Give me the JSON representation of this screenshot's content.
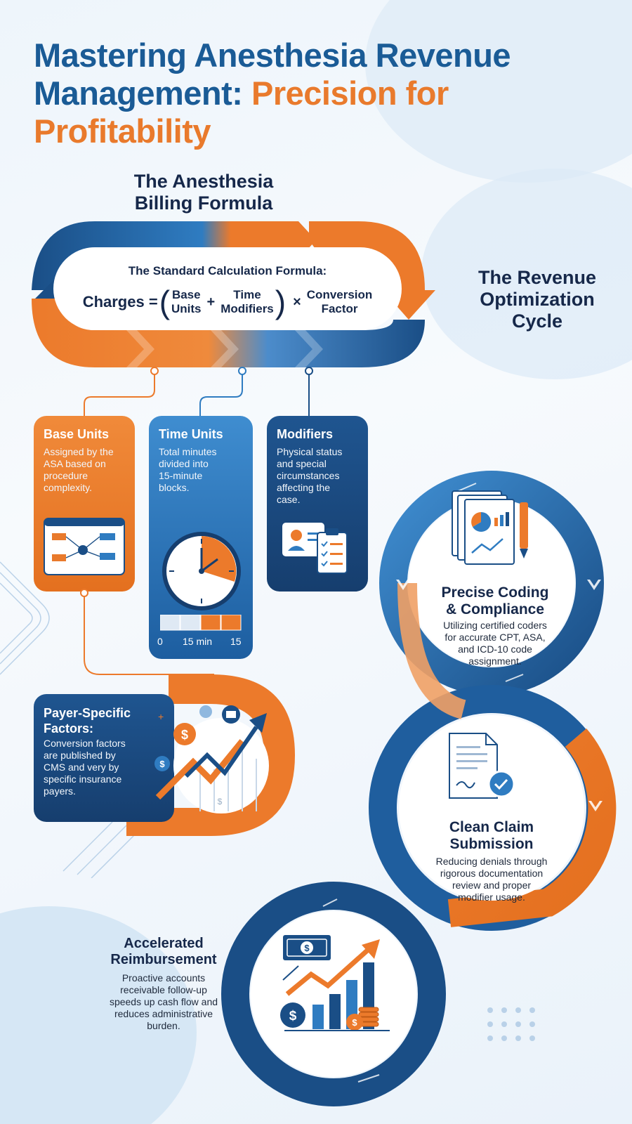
{
  "title": {
    "line1": "Mastering Anesthesia Revenue",
    "line2_a": "Management: ",
    "line2_b": "Precision for",
    "line3": "Profitability"
  },
  "formula_section": {
    "heading_1": "The Anesthesia",
    "heading_2": "Billing Formula",
    "label": "The Standard Calculation Formula:",
    "charges": "Charges =",
    "base_1": "Base",
    "base_2": "Units",
    "plus": "+",
    "time_1": "Time",
    "time_2": "Modifiers",
    "times": "×",
    "conv_1": "Conversion",
    "conv_2": "Factor"
  },
  "cards": {
    "base_units": {
      "title": "Base Units",
      "text": [
        "Assigned by the",
        "ASA based on",
        "procedure",
        "complexity."
      ]
    },
    "time_units": {
      "title": "Time Units",
      "text": [
        "Total minutes",
        "divided into",
        "15-minute",
        "blocks."
      ],
      "scale": [
        "0",
        "15 min",
        "15"
      ]
    },
    "modifiers": {
      "title": "Modifiers",
      "text": [
        "Physical status",
        "and special",
        "circumstances",
        "affecting the",
        "case."
      ]
    },
    "payer": {
      "title_1": "Payer-Specific",
      "title_2": "Factors:",
      "text": [
        "Conversion factors",
        "are published by",
        "CMS and very by",
        "specific insurance",
        "payers."
      ]
    }
  },
  "cycle": {
    "heading_1": "The Revenue",
    "heading_2": "Optimization",
    "heading_3": "Cycle",
    "steps": [
      {
        "title_1": "Precise Coding",
        "title_2": "& Compliance",
        "text": [
          "Utilizing certified coders",
          "for accurate CPT, ASA,",
          "and ICD-10 code",
          "assignment."
        ]
      },
      {
        "title_1": "Clean Claim",
        "title_2": "Submission",
        "text": [
          "Reducing denials through",
          "rigorous documentation",
          "review and proper",
          "modifier usage."
        ]
      },
      {
        "title_1": "Accelerated",
        "title_2": "Reimbursement",
        "text": [
          "Proactive accounts",
          "receivable follow-up",
          "speeds up cash flow and",
          "reduces administrative",
          "burden."
        ]
      }
    ]
  },
  "colors": {
    "navy": "#1a4e86",
    "blue": "#2f7cc1",
    "orange": "#ec7a2b",
    "dark": "#16284a"
  }
}
